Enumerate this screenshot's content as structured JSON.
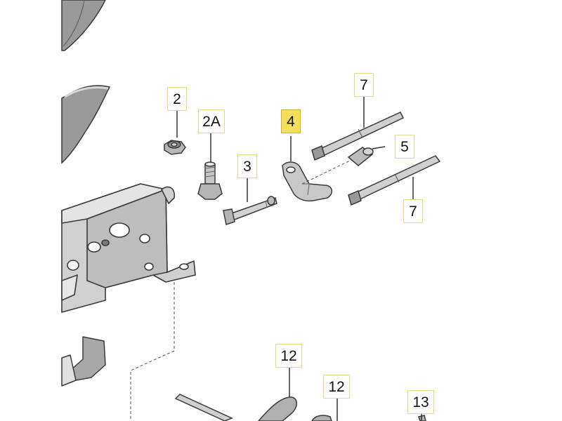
{
  "diagram": {
    "callouts": [
      {
        "id": "c2",
        "label": "2"
      },
      {
        "id": "c2a",
        "label": "2A"
      },
      {
        "id": "c3",
        "label": "3"
      },
      {
        "id": "c4",
        "label": "4",
        "highlighted": true
      },
      {
        "id": "c5",
        "label": "5"
      },
      {
        "id": "c7a",
        "label": "7"
      },
      {
        "id": "c7b",
        "label": "7"
      },
      {
        "id": "c12a",
        "label": "12"
      },
      {
        "id": "c12b",
        "label": "12"
      },
      {
        "id": "c13",
        "label": "13"
      }
    ],
    "colors": {
      "part_fill": "#d0d0d0",
      "part_dark": "#8a8a8a",
      "outline": "#3a3a3a",
      "leader": "#333333",
      "callout_border": "#e8d98a",
      "highlight": "#f6df5a"
    }
  }
}
